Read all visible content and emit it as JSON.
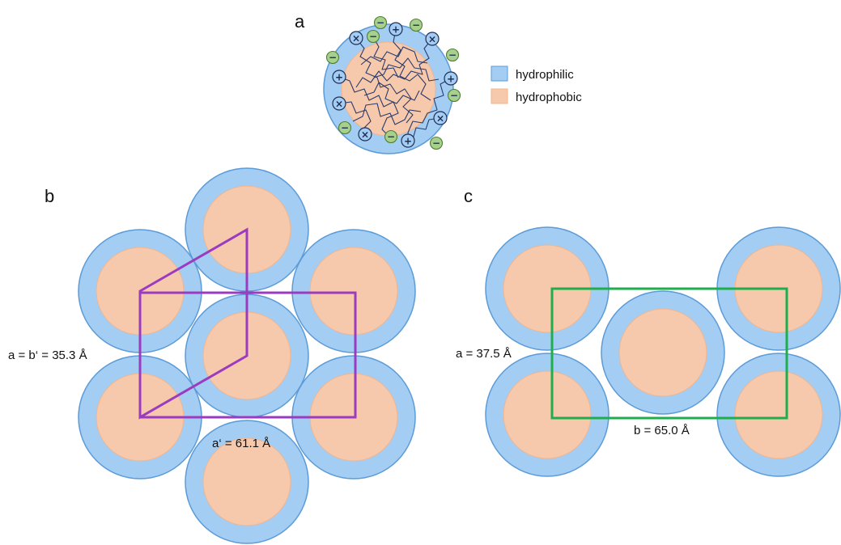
{
  "panels": {
    "a": {
      "label": "a"
    },
    "b": {
      "label": "b",
      "dimension_a_b": "a = b‘ = 35.3 Å",
      "dimension_a_prime": "a‘ = 61.1 Å"
    },
    "c": {
      "label": "c",
      "dimension_a": "a = 37.5 Å",
      "dimension_b": "b = 65.0 Å"
    }
  },
  "legend": [
    {
      "label": "hydrophilic",
      "color": "#a3cdf3"
    },
    {
      "label": "hydrophobic",
      "color": "#f6c9ac"
    }
  ],
  "colors": {
    "shell_fill": "#a3cdf3",
    "shell_stroke": "#5b9bd8",
    "core_fill": "#f6c9ac",
    "core_stroke": "#f0b58e",
    "cell_b": "#9b3cc0",
    "cell_c": "#1fae4d",
    "anion_fill": "#a8d08d",
    "cation_fill": "#a3cdf3"
  },
  "ions": {
    "cation_symbol": "+",
    "anion_symbol": "−",
    "cation_icon": "cation-circle-icon",
    "anion_icon": "anion-circle-icon"
  }
}
